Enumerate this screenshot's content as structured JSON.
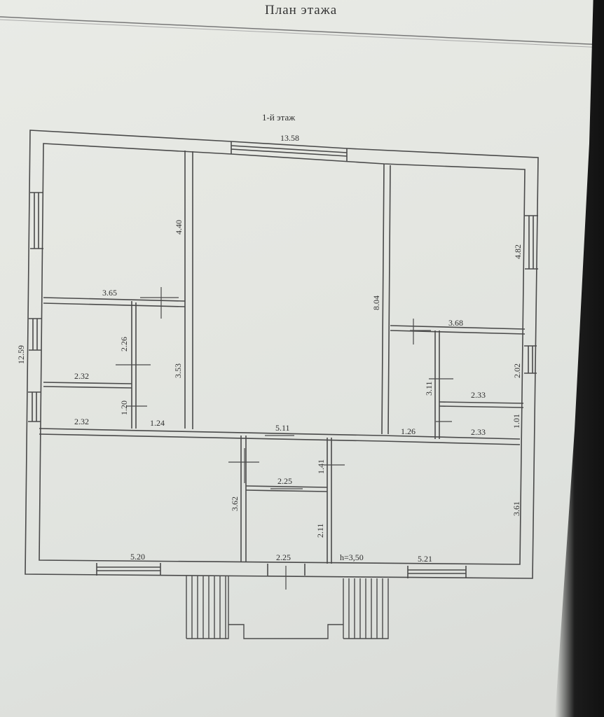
{
  "header": {
    "title": "План этажа"
  },
  "plan": {
    "floor_title": "1-й этаж",
    "overall": {
      "width": "13.58",
      "depth": "12.59"
    },
    "dimensions": {
      "d_440": "4.40",
      "d_365": "3.65",
      "d_226": "2.26",
      "d_232a": "2.32",
      "d_353": "3.53",
      "d_120": "1.20",
      "d_232b": "2.32",
      "d_124": "1.24",
      "d_804": "8.04",
      "d_511": "5.11",
      "d_482": "4.82",
      "d_368": "3.68",
      "d_202": "2.02",
      "d_311": "3.11",
      "d_233a": "2.33",
      "d_101": "1.01",
      "d_126": "1.26",
      "d_233b": "2.33",
      "d_141": "1.41",
      "d_225a": "2.25",
      "d_362": "3.62",
      "d_211": "2.11",
      "d_225b": "2.25",
      "d_361": "3.61",
      "d_520": "5.20",
      "d_521": "5.21"
    },
    "height": "h=3,50"
  }
}
